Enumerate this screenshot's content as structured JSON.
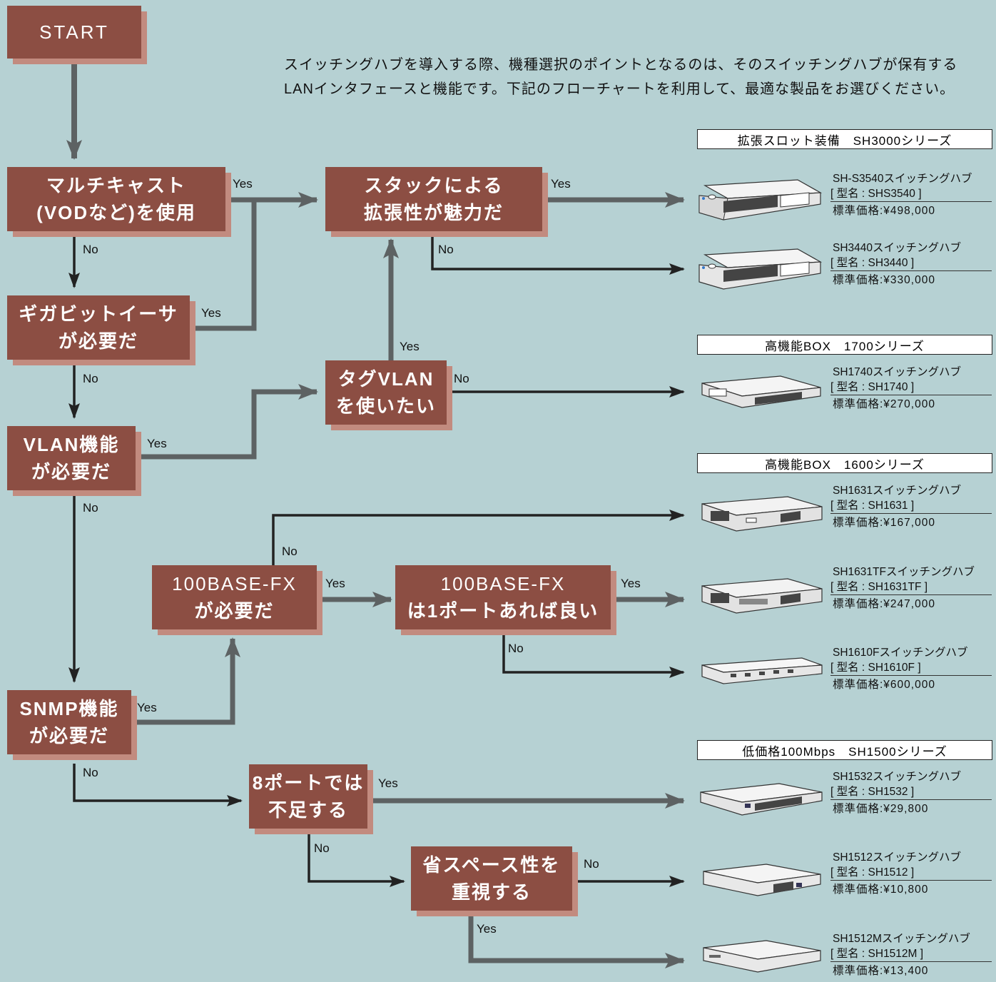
{
  "intro": "スイッチングハブを導入する際、機種選択のポイントとなるのは、そのスイッチングハブが保有するLANインタフェースと機能です。下記のフローチャートを利用して、最適な製品をお選びください。",
  "nodes": {
    "start": [
      "START"
    ],
    "multicast": [
      "マルチキャスト",
      "(VODなど)を使用"
    ],
    "gigabit": [
      "ギガビットイーサ",
      "が必要だ"
    ],
    "vlan": [
      "VLAN機能",
      "が必要だ"
    ],
    "snmp": [
      "SNMP機能",
      "が必要だ"
    ],
    "stack": [
      "スタックによる",
      "拡張性が魅力だ"
    ],
    "tagvlan": [
      "タグVLAN",
      "を使いたい"
    ],
    "fx": [
      "100BASE-FX",
      "が必要だ"
    ],
    "fx1port": [
      "100BASE-FX",
      "は1ポートあれば良い"
    ],
    "port8": [
      "8ポートでは",
      "不足する"
    ],
    "space": [
      "省スペース性を",
      "重視する"
    ]
  },
  "labels": {
    "yes": "Yes",
    "no": "No"
  },
  "series": [
    "拡張スロット装備　SH3000シリーズ",
    "高機能BOX　1700シリーズ",
    "高機能BOX　1600シリーズ",
    "低価格100Mbps　SH1500シリーズ"
  ],
  "products": [
    {
      "name": "SH-S3540スイッチングハブ",
      "model": "[ 型名 : SHS3540 ]",
      "price": "標準価格:¥498,000"
    },
    {
      "name": "SH3440スイッチングハブ",
      "model": "[ 型名 : SH3440 ]",
      "price": "標準価格:¥330,000"
    },
    {
      "name": "SH1740スイッチングハブ",
      "model": "[ 型名 : SH1740 ]",
      "price": "標準価格:¥270,000"
    },
    {
      "name": "SH1631スイッチングハブ",
      "model": "[ 型名 : SH1631 ]",
      "price": "標準価格:¥167,000"
    },
    {
      "name": "SH1631TFスイッチングハブ",
      "model": "[ 型名 : SH1631TF ]",
      "price": "標準価格:¥247,000"
    },
    {
      "name": "SH1610Fスイッチングハブ",
      "model": "[ 型名 : SH1610F ]",
      "price": "標準価格:¥600,000"
    },
    {
      "name": "SH1532スイッチングハブ",
      "model": "[ 型名 : SH1532 ]",
      "price": "標準価格:¥29,800"
    },
    {
      "name": "SH1512スイッチングハブ",
      "model": "[ 型名 : SH1512 ]",
      "price": "標準価格:¥10,800"
    },
    {
      "name": "SH1512Mスイッチングハブ",
      "model": "[ 型名 : SH1512M ]",
      "price": "標準価格:¥13,400"
    }
  ]
}
